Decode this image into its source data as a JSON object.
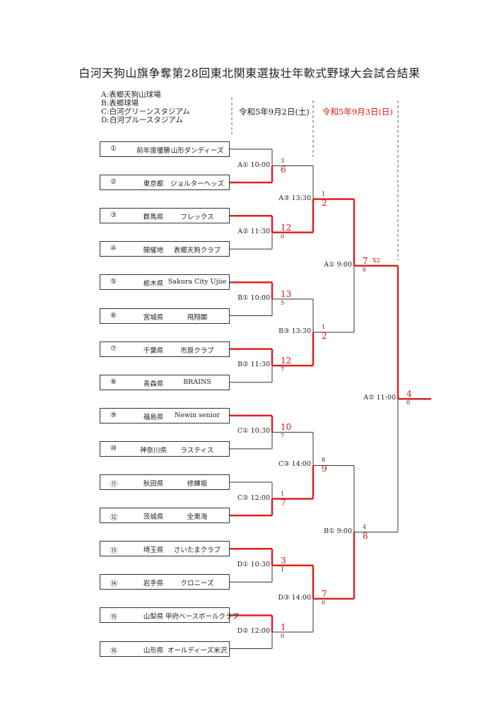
{
  "title": "白河天狗山旗争奪第28回東北関東選抜壮年軟式野球大会試合結果",
  "venues": [
    "A:表郷天狗山球場",
    "B:表郷球場",
    "C:白河グリーンスタジアム",
    "D:白河ブルースタジアム"
  ],
  "dates": {
    "day1": "令和5年9月2日(土)",
    "day2": "令和5年9月3日(日)"
  },
  "colors": {
    "winner": "#dd2222",
    "line": "#333333"
  },
  "teams": [
    {
      "num": "①",
      "pref": "前年度優勝",
      "name": "山形ダンディーズ"
    },
    {
      "num": "②",
      "pref": "東京都",
      "name": "ジョルターヘッズ"
    },
    {
      "num": "③",
      "pref": "群馬県",
      "name": "フレックス"
    },
    {
      "num": "④",
      "pref": "開催地",
      "name": "表郷天狗クラブ"
    },
    {
      "num": "⑤",
      "pref": "栃木県",
      "name": "Sakura City Ujiie"
    },
    {
      "num": "⑥",
      "pref": "宮城県",
      "name": "飛翔閣"
    },
    {
      "num": "⑦",
      "pref": "千葉県",
      "name": "市原クラブ"
    },
    {
      "num": "⑧",
      "pref": "青森県",
      "name": "BRAINS"
    },
    {
      "num": "⑨",
      "pref": "福島県",
      "name": "Newin senior"
    },
    {
      "num": "⑩",
      "pref": "神奈川県",
      "name": "ラスティス"
    },
    {
      "num": "⑪",
      "pref": "秋田県",
      "name": "修練坂"
    },
    {
      "num": "⑫",
      "pref": "茨城県",
      "name": "全東海"
    },
    {
      "num": "⑬",
      "pref": "埼玉県",
      "name": "さいたまクラブ"
    },
    {
      "num": "⑭",
      "pref": "岩手県",
      "name": "クロニーズ"
    },
    {
      "num": "⑮",
      "pref": "山梨県",
      "name": "甲府ベースボールクラブ"
    },
    {
      "num": "⑯",
      "pref": "山形県",
      "name": "オールディーズ米沢"
    }
  ],
  "games": [
    {
      "label": "A① 10:00",
      "top": "3",
      "bottom": "6",
      "winner": "bottom"
    },
    {
      "label": "A② 11:30",
      "top": "12",
      "bottom": "0",
      "winner": "top"
    },
    {
      "label": "B① 10:00",
      "top": "13",
      "bottom": "5",
      "winner": "top"
    },
    {
      "label": "B② 11:30",
      "top": "12",
      "bottom": "7",
      "winner": "top"
    },
    {
      "label": "C① 10:30",
      "top": "10",
      "bottom": "7",
      "winner": "top"
    },
    {
      "label": "C② 12:00",
      "top": "1",
      "bottom": "7",
      "winner": "bottom"
    },
    {
      "label": "D① 10:30",
      "top": "3",
      "bottom": "1",
      "winner": "top"
    },
    {
      "label": "D② 12:00",
      "top": "1",
      "bottom": "0",
      "winner": "top"
    },
    {
      "label": "A③ 13:30",
      "top": "1",
      "bottom": "2",
      "winner": "bottom"
    },
    {
      "label": "B③ 13:30",
      "top": "1",
      "bottom": "2",
      "winner": "bottom"
    },
    {
      "label": "C③ 14:00",
      "top": "8",
      "bottom": "9",
      "winner": "bottom"
    },
    {
      "label": "D③ 14:00",
      "top": "7",
      "bottom": "0",
      "winner": "top"
    },
    {
      "label": "A① 9:00",
      "top": "7",
      "bottom": "6",
      "winner": "top",
      "note": "X2"
    },
    {
      "label": "B① 9:00",
      "top": "4",
      "bottom": "8",
      "winner": "bottom"
    },
    {
      "label": "A② 11:00",
      "top": "4",
      "bottom": "0",
      "winner": "top"
    }
  ]
}
